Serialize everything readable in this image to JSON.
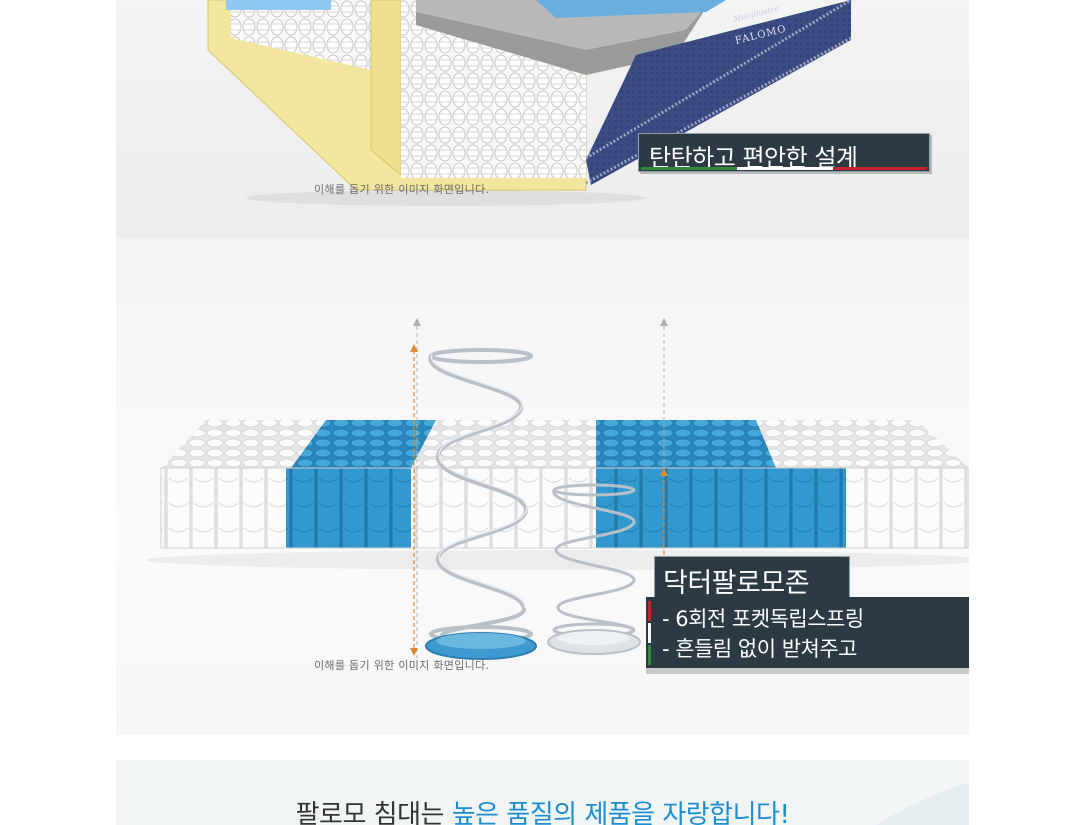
{
  "top_section": {
    "badge_text": "탄탄하고 편안한 설계",
    "image_note": "이해를 돕기 위한 이미지 화면입니다.",
    "brand_script": "Monillustre",
    "brand_name": "FALOMO"
  },
  "mid_section": {
    "product_title": "닥터팔로모존",
    "features": [
      "- 6회전 포켓독립스프링",
      "- 흔들림 없이 받쳐주고"
    ],
    "image_note": "이해를 돕기 위한 이미지 화면입니다."
  },
  "bottom_section": {
    "headline_plain": "팔로모 침대는 ",
    "headline_accent": "높은 품질의 제품을 자랑합니다!"
  },
  "colors": {
    "stripe_green": "#2e8b3a",
    "stripe_red": "#c8232c",
    "dark_tag": "#2c3a44",
    "accent_blue": "#1d8dd1",
    "foam_yellow": "#f3e7a0",
    "coil_blue": "#2f93c7"
  }
}
